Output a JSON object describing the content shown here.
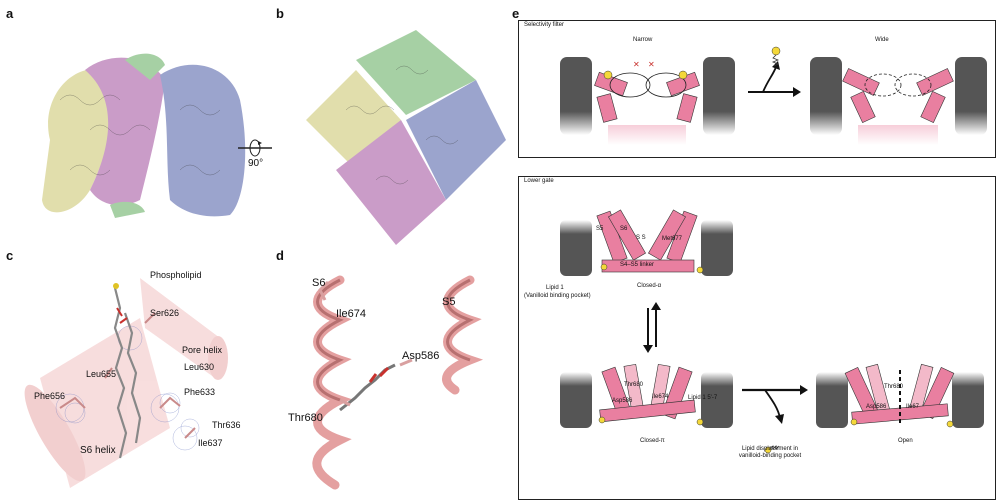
{
  "panels": {
    "a": {
      "letter": "a"
    },
    "b": {
      "letter": "b"
    },
    "rotation": {
      "label": "90°"
    },
    "c": {
      "letter": "c",
      "labels": {
        "phospholipid": "Phospholipid",
        "ser626": "Ser626",
        "pore_helix": "Pore helix",
        "leu655": "Leu655",
        "leu630": "Leu630",
        "phe656": "Phe656",
        "phe633": "Phe633",
        "thr636": "Thr636",
        "ile637": "Ile637",
        "s6_helix": "S6 helix"
      }
    },
    "d": {
      "letter": "d",
      "labels": {
        "s6": "S6",
        "s5": "S5",
        "ile674": "Ile674",
        "asp586": "Asp586",
        "thr680": "Thr680"
      }
    },
    "e": {
      "letter": "e",
      "selectivity_filter": {
        "title": "Selectivity filter",
        "narrow": "Narrow",
        "wide": "Wide"
      },
      "lower_gate": {
        "title": "Lower gate",
        "s5": "S5",
        "s6": "S6",
        "ss": "S  S",
        "met677": "Met677",
        "s4s5_linker": "S4–S5 linker",
        "lipid1": "Lipid 1",
        "lipid1_sub": "(Vanilloid binding pocket)",
        "closed_alpha": "Closed-α",
        "closed_pi": "Closed-π",
        "open": "Open",
        "thr680": "Thr680",
        "asp586": "Asp586",
        "ile674": "Ile674",
        "lipid1_57": "Lipid 1 5'-7",
        "thr680b": "Thr680",
        "asp586b": "Asp586",
        "ile67": "Ile67",
        "displacement": "Lipid displacement in vanilloid-binding pocket"
      }
    }
  },
  "colors": {
    "yellow_chain": "#c9c46a",
    "magenta_chain": "#a04d9c",
    "blue_chain": "#4b5aa6",
    "green_chain": "#5faa5a",
    "pink": "#e97fa0",
    "pink_light": "#f3b9c9",
    "helix_pink": "#f2c2c2",
    "gray": "#555555",
    "lipid_yellow": "#f4d83a"
  }
}
